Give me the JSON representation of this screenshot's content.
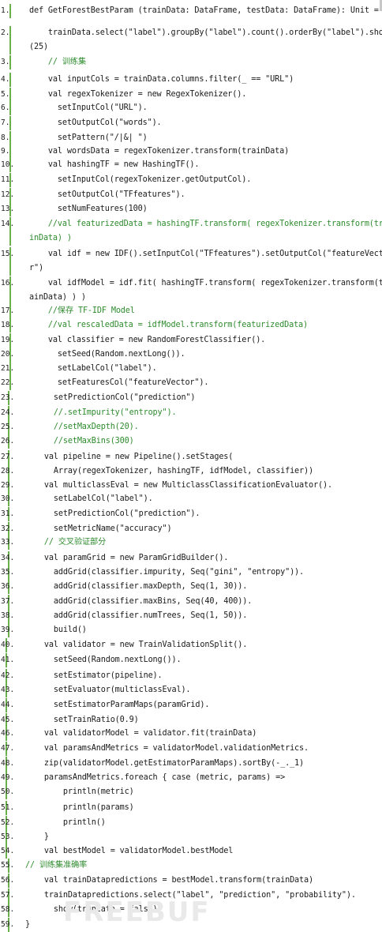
{
  "watermark": "FREEBUF",
  "lines": [
    {
      "n": "1.",
      "t": "def GetForestBestParam (trainData: DataFrame, testData: DataFrame): Unit = {",
      "c": "",
      "cmt": false
    },
    {
      "n": "2.",
      "t": "    trainData.select(\"label\").groupBy(\"label\").count().orderBy(\"label\").show",
      "c": "(25)",
      "cmt": false
    },
    {
      "n": "3.",
      "t": "    // 训练集",
      "c": "",
      "cmt": true
    },
    {
      "n": "4.",
      "t": "    val inputCols = trainData.columns.filter(_ == \"URL\")",
      "c": "",
      "cmt": false
    },
    {
      "n": "5.",
      "t": "    val regexTokenizer = new RegexTokenizer().",
      "c": "",
      "cmt": false
    },
    {
      "n": "6.",
      "t": "      setInputCol(\"URL\").",
      "c": "",
      "cmt": false
    },
    {
      "n": "7.",
      "t": "      setOutputCol(\"words\").",
      "c": "",
      "cmt": false
    },
    {
      "n": "8.",
      "t": "      setPattern(\"/|&| \")",
      "c": "",
      "cmt": false
    },
    {
      "n": "9.",
      "t": "    val wordsData = regexTokenizer.transform(trainData)",
      "c": "",
      "cmt": false
    },
    {
      "n": "10.",
      "t": "    val hashingTF = new HashingTF().",
      "c": "",
      "cmt": false
    },
    {
      "n": "11.",
      "t": "      setInputCol(regexTokenizer.getOutputCol).",
      "c": "",
      "cmt": false
    },
    {
      "n": "12.",
      "t": "      setOutputCol(\"TFfeatures\").",
      "c": "",
      "cmt": false
    },
    {
      "n": "13.",
      "t": "      setNumFeatures(100)",
      "c": "",
      "cmt": false
    },
    {
      "n": "14.",
      "t": "    //val featurizedData = hashingTF.transform( regexTokenizer.transform(tra",
      "c": "inData) )",
      "cmt": true
    },
    {
      "n": "15.",
      "t": "    val idf = new IDF().setInputCol(\"TFfeatures\").setOutputCol(\"featureVecto",
      "c": "r\")",
      "cmt": false
    },
    {
      "n": "16.",
      "t": "    val idfModel = idf.fit( hashingTF.transform( regexTokenizer.transform(tr",
      "c": "ainData) ) )",
      "cmt": false
    },
    {
      "n": "17.",
      "t": "    //保存 TF-IDF Model",
      "c": "",
      "cmt": true
    },
    {
      "n": "18.",
      "t": "    //val rescaledData = idfModel.transform(featurizedData)",
      "c": "",
      "cmt": true
    },
    {
      "n": "19.",
      "t": "    val classifier = new RandomForestClassifier().",
      "c": "",
      "cmt": false
    },
    {
      "n": "20.",
      "t": "      setSeed(Random.nextLong()).",
      "c": "",
      "cmt": false
    },
    {
      "n": "21.",
      "t": "      setLabelCol(\"label\").",
      "c": "",
      "cmt": false
    },
    {
      "n": "22.",
      "t": "      setFeaturesCol(\"featureVector\").",
      "c": "",
      "cmt": false
    },
    {
      "n": "23.",
      "t": "      setPredictionCol(\"prediction\")",
      "c": "",
      "cmt": false
    },
    {
      "n": "24.",
      "t": "      //.setImpurity(\"entropy\").",
      "c": "",
      "cmt": true
    },
    {
      "n": "25.",
      "t": "      //setMaxDepth(20).",
      "c": "",
      "cmt": true
    },
    {
      "n": "26.",
      "t": "      //setMaxBins(300)",
      "c": "",
      "cmt": true
    },
    {
      "n": "27.",
      "t": "    val pipeline = new Pipeline().setStages(",
      "c": "",
      "cmt": false
    },
    {
      "n": "28.",
      "t": "      Array(regexTokenizer, hashingTF, idfModel, classifier))",
      "c": "",
      "cmt": false
    },
    {
      "n": "29.",
      "t": "    val multiclassEval = new MulticlassClassificationEvaluator().",
      "c": "",
      "cmt": false
    },
    {
      "n": "30.",
      "t": "      setLabelCol(\"label\").",
      "c": "",
      "cmt": false
    },
    {
      "n": "31.",
      "t": "      setPredictionCol(\"prediction\").",
      "c": "",
      "cmt": false
    },
    {
      "n": "32.",
      "t": "      setMetricName(\"accuracy\")",
      "c": "",
      "cmt": false
    },
    {
      "n": "33.",
      "t": "    // 交叉验证部分",
      "c": "",
      "cmt": true
    },
    {
      "n": "34.",
      "t": "    val paramGrid = new ParamGridBuilder().",
      "c": "",
      "cmt": false
    },
    {
      "n": "35.",
      "t": "      addGrid(classifier.impurity, Seq(\"gini\", \"entropy\")).",
      "c": "",
      "cmt": false
    },
    {
      "n": "36.",
      "t": "      addGrid(classifier.maxDepth, Seq(1, 30)).",
      "c": "",
      "cmt": false
    },
    {
      "n": "37.",
      "t": "      addGrid(classifier.maxBins, Seq(40, 400)).",
      "c": "",
      "cmt": false
    },
    {
      "n": "38.",
      "t": "      addGrid(classifier.numTrees, Seq(1, 50)).",
      "c": "",
      "cmt": false
    },
    {
      "n": "39.",
      "t": "      build()",
      "c": "",
      "cmt": false
    },
    {
      "n": "40.",
      "t": "    val validator = new TrainValidationSplit().",
      "c": "",
      "cmt": false
    },
    {
      "n": "41.",
      "t": "      setSeed(Random.nextLong()).",
      "c": "",
      "cmt": false
    },
    {
      "n": "42.",
      "t": "      setEstimator(pipeline).",
      "c": "",
      "cmt": false
    },
    {
      "n": "43.",
      "t": "      setEvaluator(multiclassEval).",
      "c": "",
      "cmt": false
    },
    {
      "n": "44.",
      "t": "      setEstimatorParamMaps(paramGrid).",
      "c": "",
      "cmt": false
    },
    {
      "n": "45.",
      "t": "      setTrainRatio(0.9)",
      "c": "",
      "cmt": false
    },
    {
      "n": "46.",
      "t": "    val validatorModel = validator.fit(trainData)",
      "c": "",
      "cmt": false
    },
    {
      "n": "47.",
      "t": "    val paramsAndMetrics = validatorModel.validationMetrics.",
      "c": "",
      "cmt": false
    },
    {
      "n": "48.",
      "t": "    zip(validatorModel.getEstimatorParamMaps).sortBy(-_._1)",
      "c": "",
      "cmt": false
    },
    {
      "n": "49.",
      "t": "    paramsAndMetrics.foreach { case (metric, params) =>",
      "c": "",
      "cmt": false
    },
    {
      "n": "50.",
      "t": "        println(metric)",
      "c": "",
      "cmt": false
    },
    {
      "n": "51.",
      "t": "        println(params)",
      "c": "",
      "cmt": false
    },
    {
      "n": "52.",
      "t": "        println()",
      "c": "",
      "cmt": false
    },
    {
      "n": "53.",
      "t": "    }",
      "c": "",
      "cmt": false
    },
    {
      "n": "54.",
      "t": "    val bestModel = validatorModel.bestModel",
      "c": "",
      "cmt": false
    },
    {
      "n": "55.",
      "t": "// 训练集准确率",
      "c": "",
      "cmt": true
    },
    {
      "n": "56.",
      "t": "    val trainDatapredictions = bestModel.transform(trainData)",
      "c": "",
      "cmt": false
    },
    {
      "n": "57.",
      "t": "    trainDatapredictions.select(\"label\", \"prediction\", \"probability\").",
      "c": "",
      "cmt": false
    },
    {
      "n": "58.",
      "t": "      show(truncate = false)",
      "c": "",
      "cmt": false
    },
    {
      "n": "59.",
      "t": "}",
      "c": "",
      "cmt": false
    }
  ]
}
